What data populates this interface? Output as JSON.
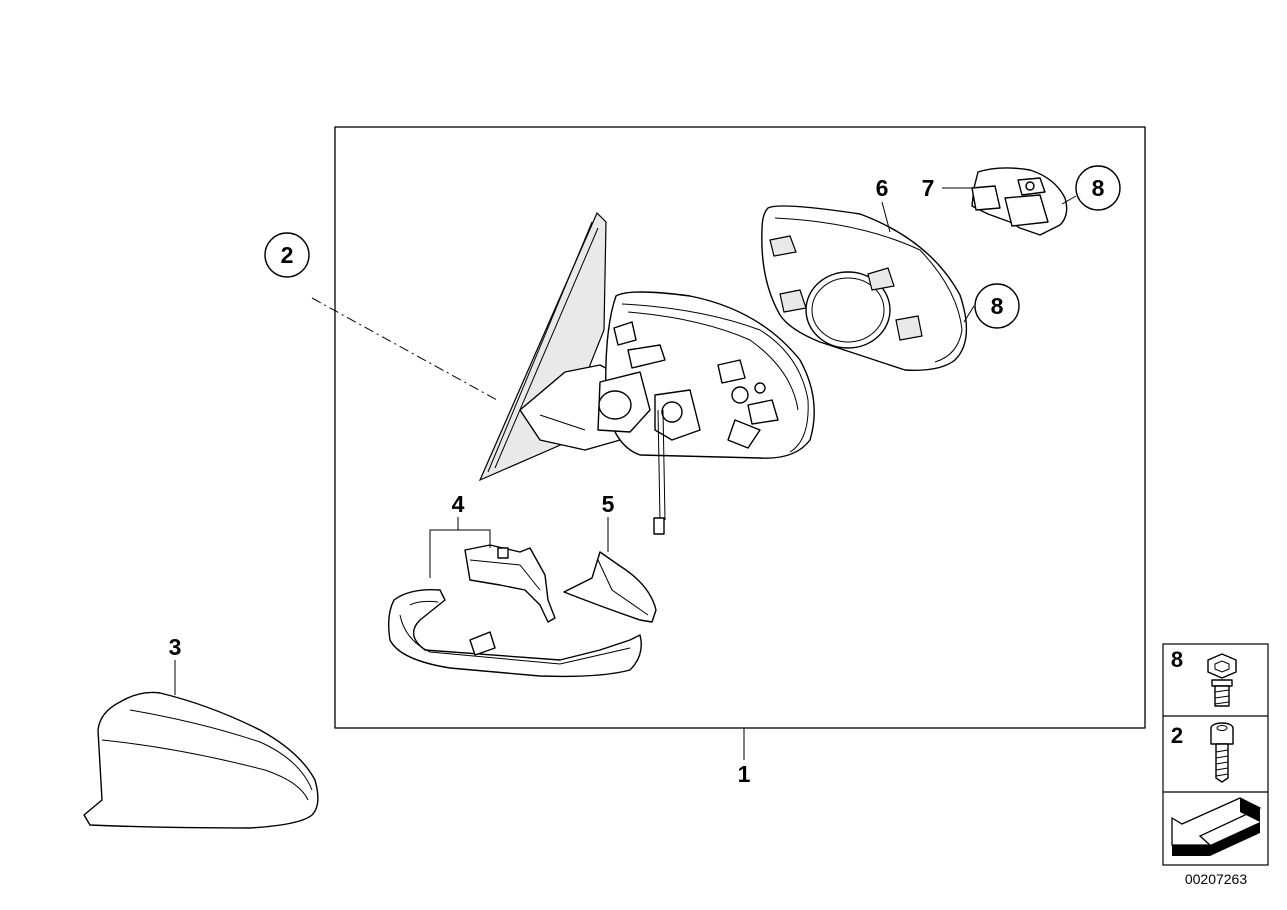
{
  "callouts": {
    "main_assembly": "1",
    "glass_housing": "2",
    "cap": "3",
    "bracket": "4",
    "trim": "5",
    "mirror_glass": "6",
    "drive": "7",
    "screw_glass": "8",
    "screw_drive": "8"
  },
  "hardware_panel": {
    "row_1_label": "8",
    "row_2_label": "2"
  },
  "reference_number": "00207263",
  "colors": {
    "line": "#000000",
    "background": "#ffffff",
    "shading": "#e9e9e9"
  }
}
